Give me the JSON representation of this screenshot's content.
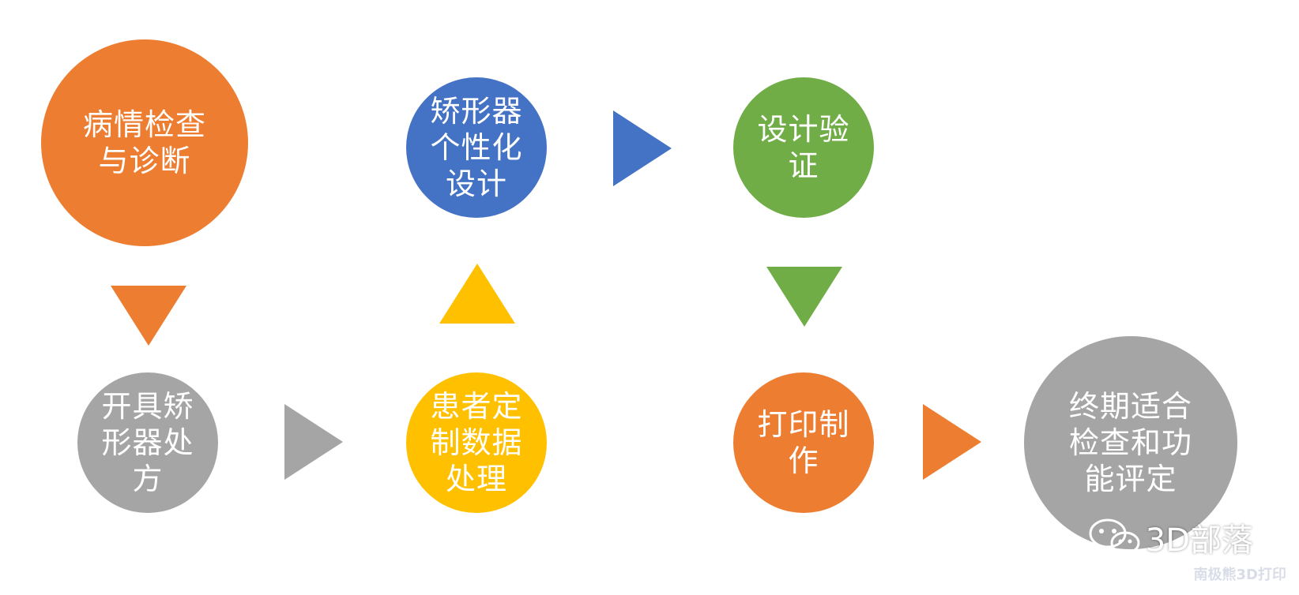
{
  "diagram": {
    "nodes": {
      "exam": {
        "label": "病情检查\n与诊断",
        "color": "#ED7D31"
      },
      "design": {
        "label": "矫形器\n个性化\n设计",
        "color": "#4472C4"
      },
      "verify": {
        "label": "设计验\n证",
        "color": "#70AD47"
      },
      "prescribe": {
        "label": "开具矫\n形器处\n方",
        "color": "#A5A5A5"
      },
      "data": {
        "label": "患者定\n制数据\n处理",
        "color": "#FFC000"
      },
      "print": {
        "label": "打印制\n作",
        "color": "#ED7D31"
      },
      "final": {
        "label": "终期适合\n检查和功\n能评定",
        "color": "#A5A5A5"
      }
    },
    "arrows": {
      "exam_to_prescribe": {
        "direction": "down",
        "color": "#ED7D31"
      },
      "prescribe_to_data": {
        "direction": "right",
        "color": "#A5A5A5"
      },
      "data_to_design": {
        "direction": "up",
        "color": "#FFC000"
      },
      "design_to_verify": {
        "direction": "right",
        "color": "#4472C4"
      },
      "verify_to_print": {
        "direction": "down",
        "color": "#70AD47"
      },
      "print_to_final": {
        "direction": "right",
        "color": "#ED7D31"
      }
    }
  },
  "watermark": {
    "icon": "wechat-icon",
    "text": "3D部落",
    "subtext": "南极熊3D打印"
  }
}
